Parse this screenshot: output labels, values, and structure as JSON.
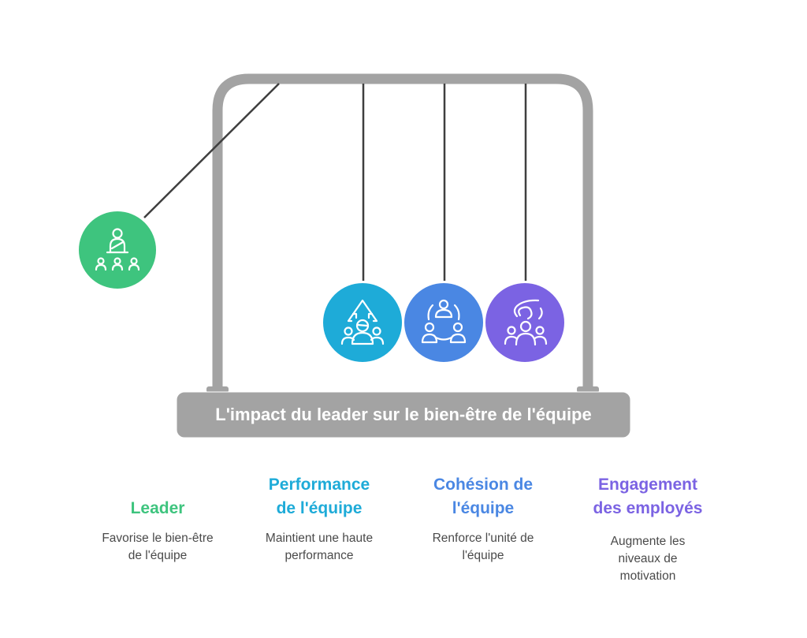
{
  "title": "L'impact du leader sur le bien-être de l'équipe",
  "colors": {
    "frame": "#a3a3a3",
    "string": "#3f3f3f",
    "text_desc": "#4a4a4a"
  },
  "balls": [
    {
      "id": "leader",
      "title": "Leader",
      "description_lines": [
        "Favorise le bien-être",
        "de l'équipe"
      ],
      "color": "#3ec47e",
      "icon": "speaker-audience-icon"
    },
    {
      "id": "performance",
      "title_lines": [
        "Performance",
        "de l'équipe"
      ],
      "description_lines": [
        "Maintient une haute",
        "performance"
      ],
      "color": "#1eabd8",
      "icon": "team-growth-arrow-icon"
    },
    {
      "id": "cohesion",
      "title_lines": [
        "Cohésion de",
        "l'équipe"
      ],
      "description_lines": [
        "Renforce l'unité de",
        "l'équipe"
      ],
      "color": "#4a87e3",
      "icon": "team-circle-icon"
    },
    {
      "id": "engagement",
      "title_lines": [
        "Engagement",
        "des employés"
      ],
      "description_lines": [
        "Augmente les",
        "niveaux de",
        "motivation"
      ],
      "color": "#7b63e3",
      "icon": "hand-over-group-icon"
    }
  ]
}
